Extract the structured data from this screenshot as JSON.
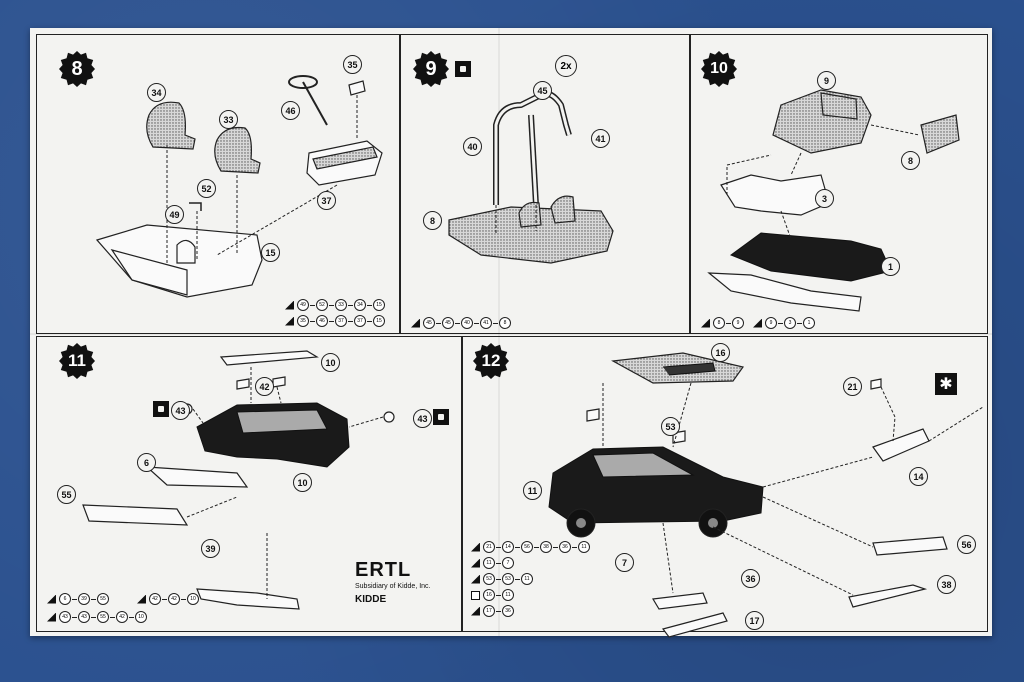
{
  "steps": [
    {
      "number": "8",
      "parts": [
        "34",
        "35",
        "46",
        "33",
        "52",
        "49",
        "37",
        "15"
      ],
      "sequences": [
        [
          "49",
          "52",
          "33",
          "34",
          "15"
        ],
        [
          "35",
          "46",
          "37",
          "37",
          "15"
        ]
      ]
    },
    {
      "number": "9",
      "multiplier": "2x",
      "parts": [
        "45",
        "40",
        "41",
        "8"
      ],
      "sequences": [
        [
          "45",
          "45",
          "40",
          "41",
          "8"
        ]
      ]
    },
    {
      "number": "10",
      "parts": [
        "9",
        "8",
        "3",
        "1"
      ],
      "sequences": [
        [
          "8",
          "9"
        ],
        [
          "9",
          "3",
          "1"
        ]
      ]
    },
    {
      "number": "11",
      "parts": [
        "10",
        "42",
        "43",
        "43",
        "6",
        "10",
        "55",
        "39"
      ],
      "sequences": [
        [
          "6",
          "39",
          "55"
        ],
        [
          "42",
          "42",
          "10"
        ],
        [
          "43",
          "43",
          "55",
          "42",
          "10"
        ]
      ]
    },
    {
      "number": "12",
      "parts": [
        "16",
        "21",
        "53",
        "11",
        "14",
        "56",
        "7",
        "36",
        "38",
        "17"
      ],
      "sequences": [
        [
          "21",
          "14",
          "56",
          "38",
          "36",
          "11"
        ],
        [
          "11",
          "7"
        ],
        [
          "53",
          "53",
          "11"
        ],
        [
          "16",
          "11"
        ],
        [
          "17",
          "36"
        ]
      ]
    }
  ],
  "logo": {
    "brand": "ERTL",
    "subtitle": "Subsidiary of Kidde, Inc.",
    "parent": "KIDDE"
  }
}
